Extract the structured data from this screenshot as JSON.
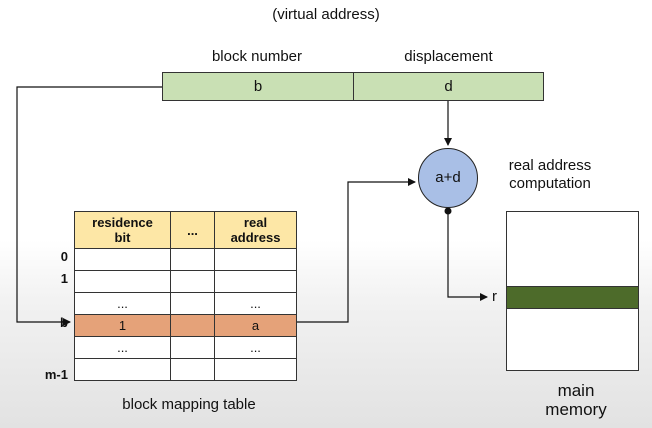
{
  "title": "(virtual address)",
  "virtual_address": {
    "block_number_label": "block number",
    "displacement_label": "displacement",
    "block_field": "b",
    "displacement_field": "d"
  },
  "adder": {
    "text": "a+d",
    "caption_line1": "real address",
    "caption_line2": "computation"
  },
  "table": {
    "caption": "block mapping table",
    "headers": {
      "residence_line1": "residence",
      "residence_line2": "bit",
      "middle": "...",
      "real_line1": "real",
      "real_line2": "address"
    },
    "row_labels": [
      "0",
      "1",
      "",
      "b",
      "",
      "m-1"
    ],
    "rows": [
      {
        "residence": "",
        "middle": "",
        "real": ""
      },
      {
        "residence": "",
        "middle": "",
        "real": ""
      },
      {
        "residence": "...",
        "middle": "",
        "real": "..."
      },
      {
        "residence": "1",
        "middle": "",
        "real": "a"
      },
      {
        "residence": "...",
        "middle": "",
        "real": "..."
      },
      {
        "residence": "",
        "middle": "",
        "real": ""
      }
    ]
  },
  "memory": {
    "pointer_label": "r",
    "caption_line1": "main",
    "caption_line2": "memory"
  },
  "colors": {
    "register_fill": "#c9e0b4",
    "adder_fill": "#a9bfe6",
    "table_header_fill": "#fde7a6",
    "hit_row_fill": "#e5a279",
    "memory_frame_fill": "#4d6b2a"
  }
}
